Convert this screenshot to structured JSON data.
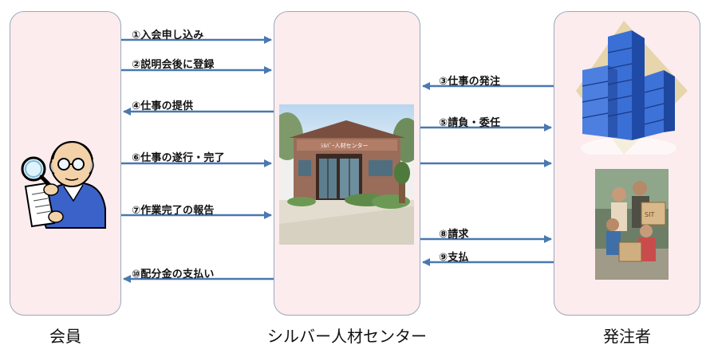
{
  "columns": {
    "member": "会員",
    "center": "シルバー人材センター",
    "client": "発注者"
  },
  "steps": {
    "s1": "①入会申し込み",
    "s2": "②説明会後に登録",
    "s3": "③仕事の発注",
    "s4": "④仕事の提供",
    "s5": "⑤請負・委任",
    "s6": "⑥仕事の遂行・完了",
    "s7": "⑦作業完了の報告",
    "s8": "⑧請求",
    "s9": "⑨支払",
    "s10": "⑩配分金の支払い"
  },
  "photo_signboard": "ｼﾙﾊﾞｰ人材センター",
  "family_box_text": "SIT",
  "colors": {
    "panel_fill": "#fcecee",
    "panel_border": "#9aa9bd",
    "arrow": "#4a78b0"
  },
  "icons": {
    "member": "elderly-man-reading-clipart",
    "center": "building-photo",
    "client_building": "office-building-clipart",
    "client_family": "family-photo"
  }
}
